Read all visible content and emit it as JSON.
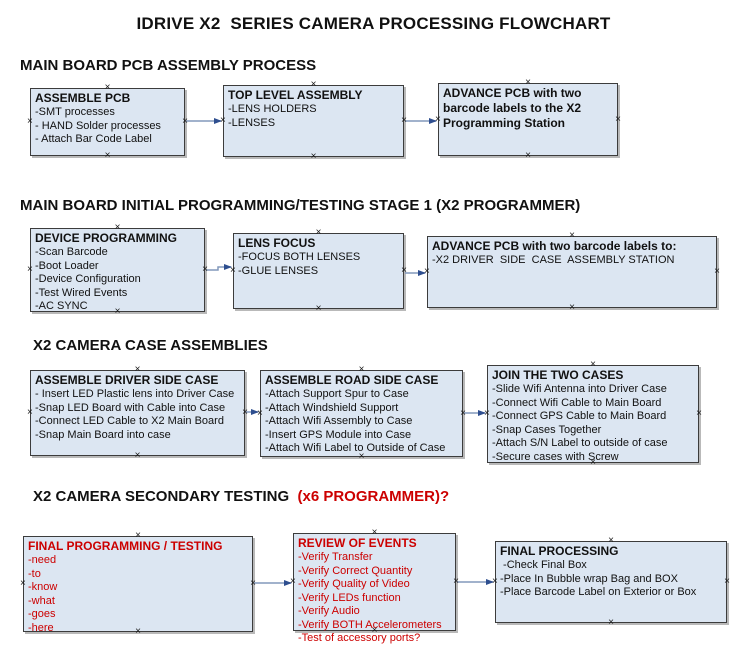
{
  "title": "IDRIVE X2  SERIES CAMERA PROCESSING FLOWCHART",
  "sections": {
    "s1": {
      "heading": "MAIN BOARD PCB ASSEMBLY PROCESS"
    },
    "s2": {
      "heading": "MAIN BOARD INITIAL PROGRAMMING/TESTING STAGE 1 (X2 PROGRAMMER)"
    },
    "s3": {
      "heading": "X2 CAMERA CASE ASSEMBLIES"
    },
    "s4": {
      "heading_black": "X2 CAMERA SECONDARY TESTING ",
      "heading_red": " (x6 PROGRAMMER)?"
    }
  },
  "boxes": {
    "assemble_pcb": {
      "title": "ASSEMBLE PCB",
      "items": [
        "-SMT processes",
        "- HAND Solder processes",
        "- Attach Bar Code Label"
      ]
    },
    "top_level_assembly": {
      "title": "TOP LEVEL ASSEMBLY",
      "items": [
        "-LENS HOLDERS",
        "-LENSES"
      ]
    },
    "advance_pcb_programming": {
      "title": "ADVANCE PCB with two barcode labels to the X2 Programming Station",
      "items": []
    },
    "device_programming": {
      "title": "DEVICE PROGRAMMING",
      "items": [
        "-Scan Barcode",
        "-Boot Loader",
        "-Device Configuration",
        "-Test Wired Events",
        "-AC SYNC"
      ]
    },
    "lens_focus": {
      "title": "LENS FOCUS",
      "items": [
        "-FOCUS BOTH LENSES",
        "-GLUE LENSES"
      ]
    },
    "advance_pcb_driver_side": {
      "title": "ADVANCE PCB with two barcode labels to:",
      "items": [
        "-X2 DRIVER  SIDE  CASE  ASSEMBLY STATION"
      ]
    },
    "assemble_driver_side_case": {
      "title": "ASSEMBLE DRIVER SIDE CASE",
      "items": [
        "- Insert LED Plastic lens into Driver Case",
        "-Snap LED Board with Cable into Case",
        "-Connect LED Cable to X2 Main Board",
        "-Snap Main Board into case"
      ]
    },
    "assemble_road_side_case": {
      "title": "ASSEMBLE ROAD SIDE CASE",
      "items": [
        "-Attach Support Spur to Case",
        "-Attach Windshield Support",
        "-Attach Wifi Assembly to Case",
        "-Insert GPS Module into Case",
        "-Attach Wifi Label to Outside of Case"
      ]
    },
    "join_the_two_cases": {
      "title": "JOIN THE TWO CASES",
      "items": [
        "-Slide Wifi Antenna into Driver Case",
        "-Connect Wifi Cable to Main Board",
        "-Connect GPS Cable to Main Board",
        "-Snap Cases Together",
        "-Attach S/N Label to outside of case",
        "-Secure cases with Screw"
      ]
    },
    "final_programming_testing": {
      "title": "FINAL PROGRAMMING / TESTING",
      "items": [
        "-need",
        "-to",
        "-know",
        "-what",
        "-goes",
        "-here"
      ]
    },
    "review_of_events": {
      "title": "REVIEW OF EVENTS",
      "items": [
        "-Verify Transfer",
        "-Verify Correct Quantity",
        "-Verify Quality of Video",
        "-Verify LEDs function",
        "-Verify Audio",
        "-Verify BOTH Accelerometers",
        "-Test of accessory ports?"
      ]
    },
    "final_processing": {
      "title": "FINAL PROCESSING",
      "items": [
        " -Check Final Box",
        "-Place In Bubble wrap Bag and BOX",
        "-Place Barcode Label on Exterior or Box"
      ]
    }
  },
  "colors": {
    "fill": "#dce6f2",
    "border": "#3c3c3c",
    "red": "#cc0000",
    "line": "#8298bc",
    "arrow": "#2e4e8f"
  },
  "icons": {
    "connection_handle": "×"
  }
}
